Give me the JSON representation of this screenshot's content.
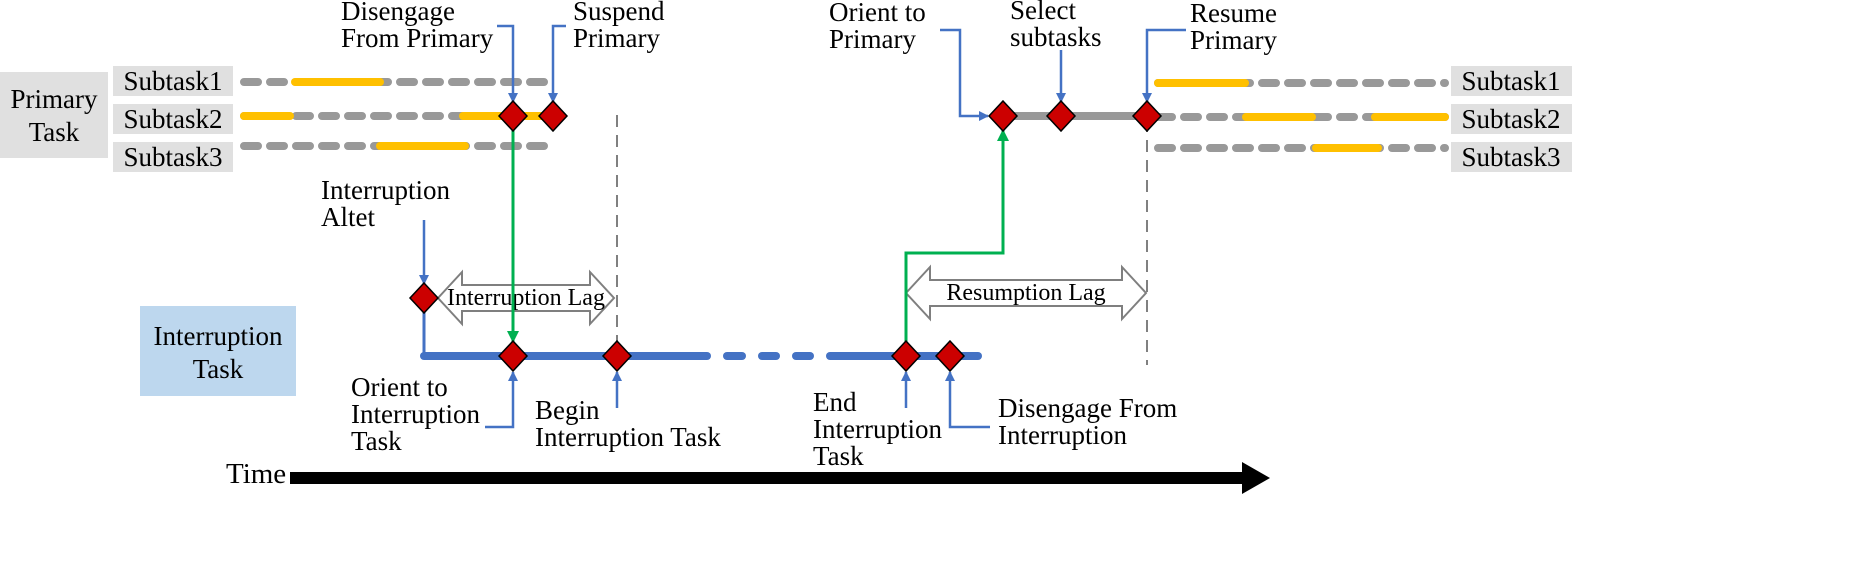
{
  "primary_task": {
    "label_line1": "Primary",
    "label_line2": "Task",
    "subtasks_left": [
      "Subtask1",
      "Subtask2",
      "Subtask3"
    ],
    "subtasks_right": [
      "Subtask1",
      "Subtask2",
      "Subtask3"
    ]
  },
  "interruption_task": {
    "label_line1": "Interruption",
    "label_line2": "Task"
  },
  "events": {
    "disengage_primary": [
      "Disengage",
      "From Primary"
    ],
    "suspend_primary": [
      "Suspend",
      "Primary"
    ],
    "interruption_alert": [
      "Interruption",
      "Altet"
    ],
    "orient_interruption": [
      "Orient to",
      "Interruption",
      "Task"
    ],
    "begin_interruption": [
      "Begin",
      "Interruption Task"
    ],
    "end_interruption": [
      "End",
      "Interruption",
      "Task"
    ],
    "disengage_interruption": [
      "Disengage From",
      "Interruption"
    ],
    "orient_primary": [
      "Orient to",
      "Primary"
    ],
    "select_subtasks": [
      "Select",
      "subtasks"
    ],
    "resume_primary": [
      "Resume",
      "Primary"
    ]
  },
  "lags": {
    "interruption_lag": "Interruption Lag",
    "resumption_lag": "Resumption Lag"
  },
  "time_label": "Time",
  "colors": {
    "marker_fill": "#cc0000",
    "blue_line": "#4472c4",
    "green_arrow": "#00b050",
    "yellow_segment": "#ffc000",
    "gray_dash": "#999999",
    "label_box_gray": "#e0e0e0",
    "interruption_box": "#bdd7ee"
  }
}
